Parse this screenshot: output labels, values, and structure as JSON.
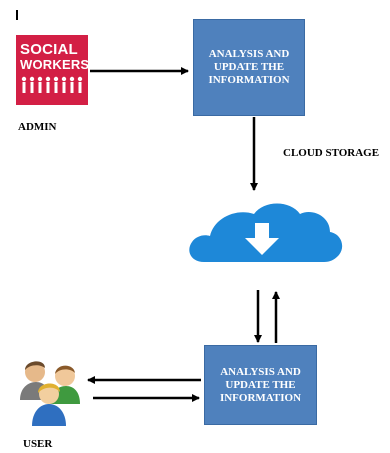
{
  "nodes": {
    "admin_logo": {
      "line1": "SOCIAL",
      "line2": "WORKERS"
    },
    "admin_label": "ADMIN",
    "top_box": {
      "line1": "ANALYSIS AND",
      "line2": "UPDATE  THE",
      "line3": "INFORMATION"
    },
    "cloud_label": "CLOUD STORAGE",
    "bottom_box": {
      "line1": "ANALYSIS AND",
      "line2": "UPDATE  THE",
      "line3": "INFORMATION"
    },
    "user_label": "USER"
  },
  "colors": {
    "box_fill": "#4f81bd",
    "logo_fill": "#d31f45",
    "cloud_fill": "#1e88d8"
  },
  "icons": {
    "admin": "social-workers-logo",
    "cloud": "cloud-download-icon",
    "user": "user-group-icon"
  }
}
